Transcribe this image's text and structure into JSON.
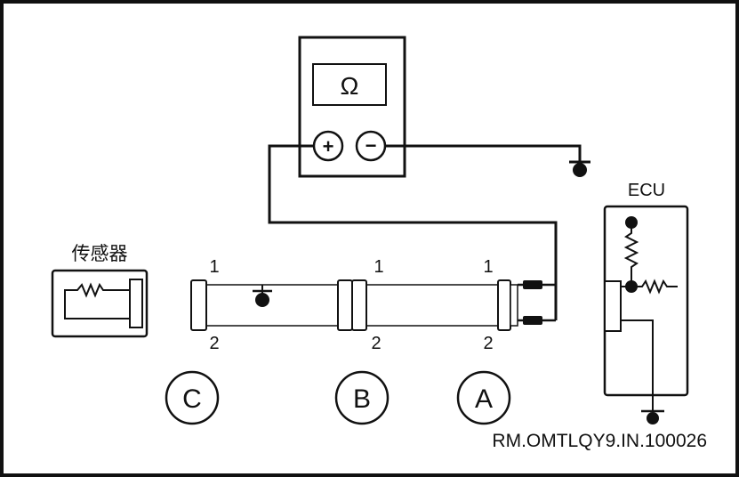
{
  "meter": {
    "display": "Ω",
    "plus": "+",
    "minus": "−"
  },
  "sensor": {
    "label": "传感器"
  },
  "ecu": {
    "label": "ECU"
  },
  "pins": {
    "c_top": "1",
    "c_bottom": "2",
    "b_top": "1",
    "b_bottom": "2",
    "a_top": "1",
    "a_bottom": "2"
  },
  "connectors": {
    "c": "C",
    "b": "B",
    "a": "A"
  },
  "reference": "RM.OMTLQY9.IN.100026"
}
